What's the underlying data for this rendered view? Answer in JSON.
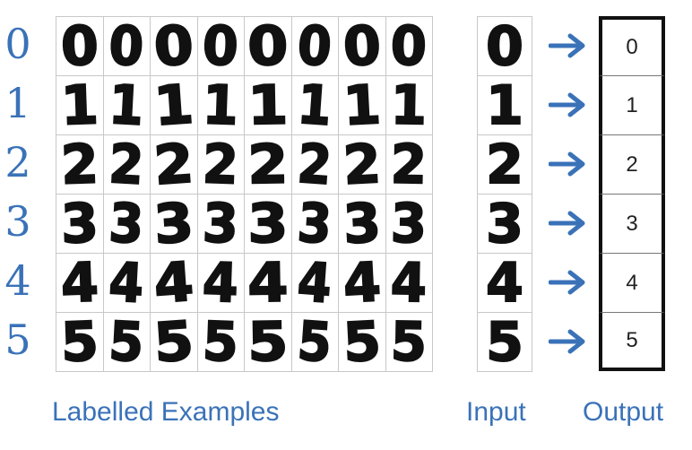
{
  "row_labels": [
    "0",
    "1",
    "2",
    "3",
    "4",
    "5"
  ],
  "examples_per_row": 8,
  "input_digits": [
    "0",
    "1",
    "2",
    "3",
    "4",
    "5"
  ],
  "output_labels": [
    "0",
    "1",
    "2",
    "3",
    "4",
    "5"
  ],
  "captions": {
    "examples": "Labelled Examples",
    "input": "Input",
    "output": "Output"
  },
  "colors": {
    "accent": "#3a72b8",
    "ink": "#111111",
    "grid_line": "#c8c8c8"
  },
  "icons": {
    "arrow": "right-arrow-icon"
  }
}
